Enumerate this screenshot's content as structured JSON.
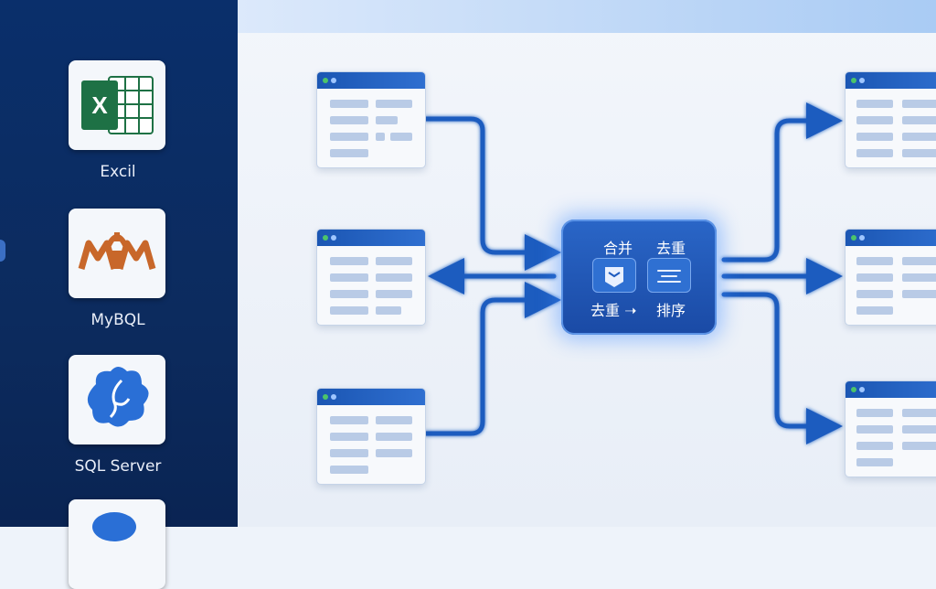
{
  "sources": [
    {
      "name": "excel",
      "label": "Excil"
    },
    {
      "name": "mysql",
      "label": "MyBQL"
    },
    {
      "name": "sqlserver",
      "label": "SQL Server"
    },
    {
      "name": "cloud",
      "label": ""
    }
  ],
  "processor": {
    "merge": "合并",
    "dedupe_top": "去重",
    "dedupe_bottom": "去重 ➝",
    "sort": "排序"
  },
  "excel_glyph": "X",
  "colors": {
    "sidebar": "#0a2f6b",
    "accent": "#1b56b3",
    "excel_green": "#1e7145",
    "mysql_orange": "#c8672a",
    "sqlserver_blue": "#2a6fd6"
  }
}
